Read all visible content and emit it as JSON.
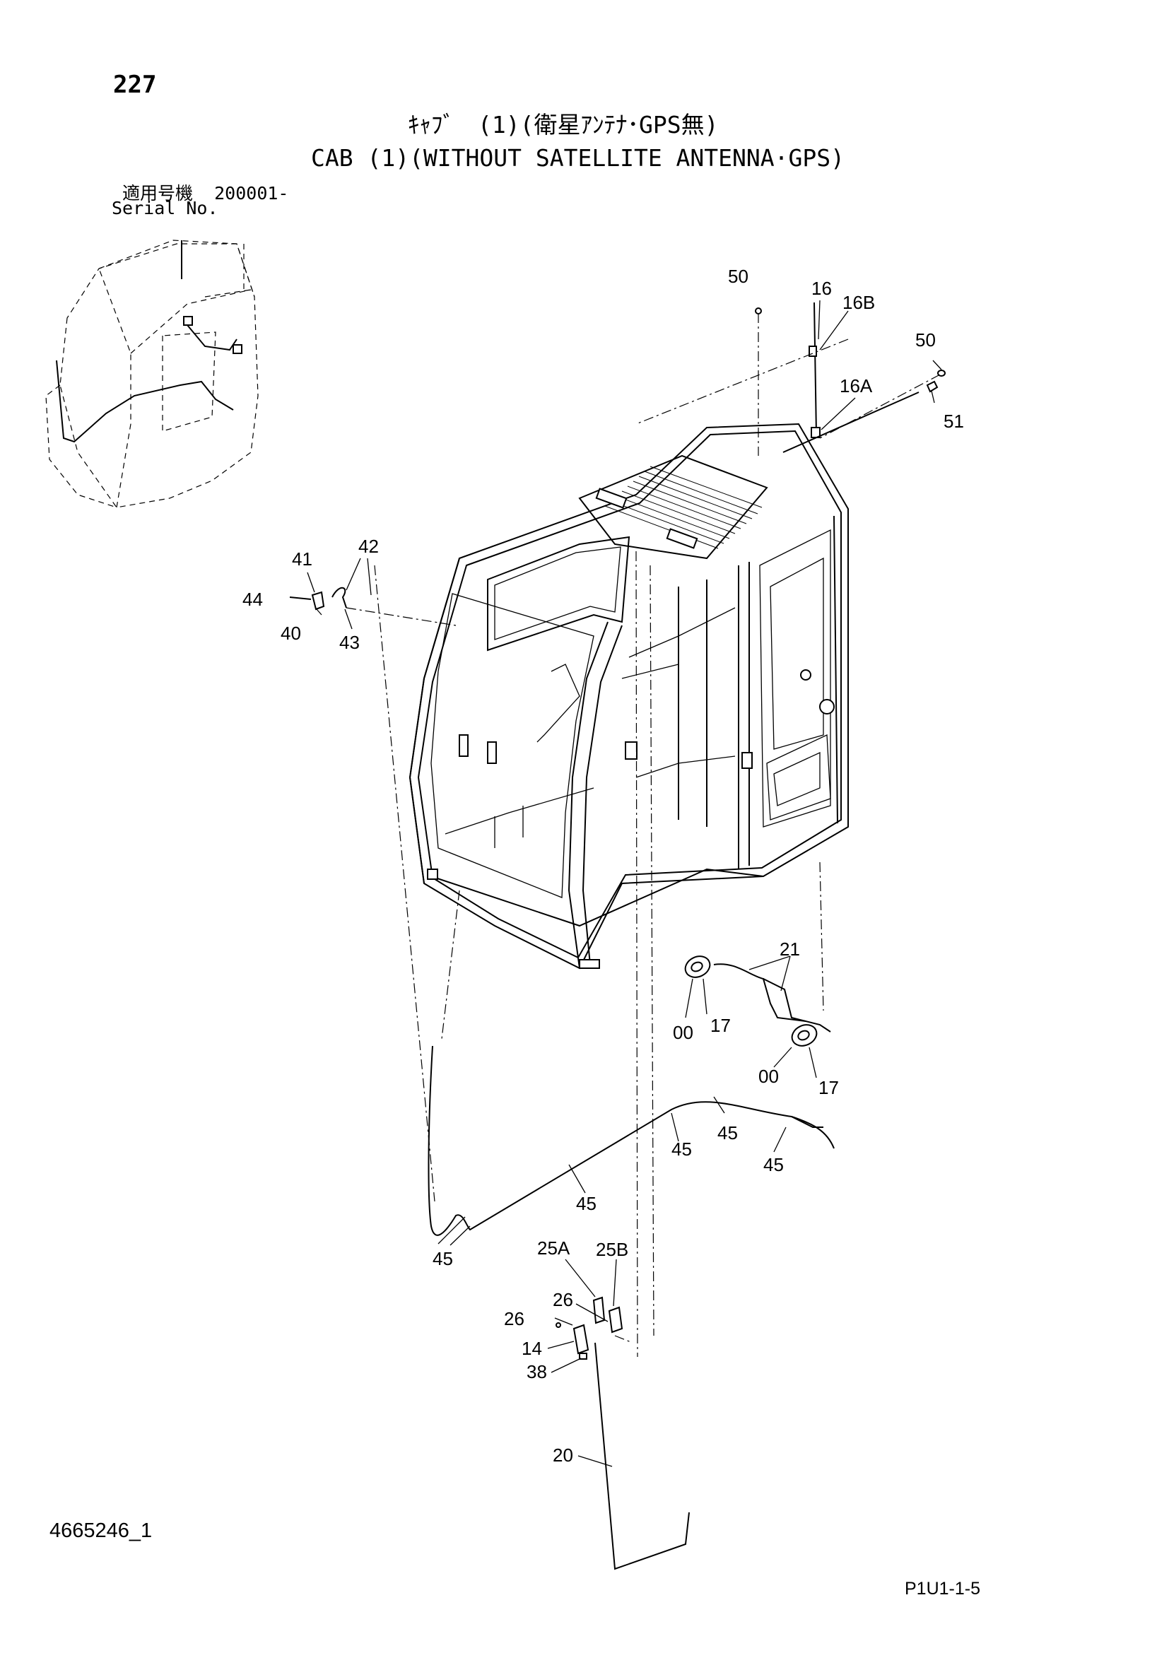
{
  "header": {
    "page_number": "227",
    "title_ja": "ｷｬﾌﾞ　(1)(衛星ｱﾝﾃﾅ･GPS無)",
    "title_en": "CAB (1)(WITHOUT SATELLITE ANTENNA·GPS)",
    "serial_label_ja": "適用号機",
    "serial_value": "200001-",
    "serial_label_en": "Serial No."
  },
  "footer": {
    "doc_number": "4665246_1",
    "page_ref": "P1U1-1-5"
  },
  "callouts": {
    "c50a": "50",
    "c16": "16",
    "c16b": "16B",
    "c50b": "50",
    "c16a": "16A",
    "c51": "51",
    "c41": "41",
    "c42": "42",
    "c44": "44",
    "c40": "40",
    "c43": "43",
    "c21": "21",
    "c00a": "00",
    "c17a": "17",
    "c00b": "00",
    "c17b": "17",
    "c45a": "45",
    "c45b": "45",
    "c45c": "45",
    "c45d": "45",
    "c45e": "45",
    "c25a": "25A",
    "c25b": "25B",
    "c26a": "26",
    "c26b": "26",
    "c14": "14",
    "c38": "38",
    "c20": "20"
  }
}
